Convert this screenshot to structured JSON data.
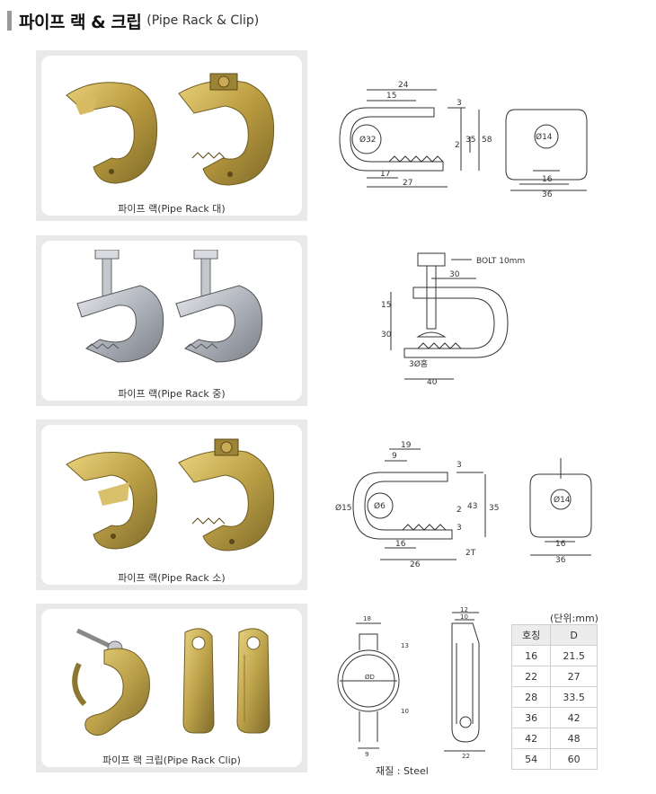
{
  "header": {
    "title_ko": "파이프 랙 & 크립",
    "title_en": "(Pipe Rack & Clip)"
  },
  "panels": [
    {
      "caption": "파이프 랙(Pipe Rack 대)"
    },
    {
      "caption": "파이프 랙(Pipe Rack 중)"
    },
    {
      "caption": "파이프 랙(Pipe Rack 소)"
    },
    {
      "caption": "파이프 랙 크립(Pipe Rack Clip)"
    }
  ],
  "drawing1": {
    "dims": [
      "24",
      "15",
      "3",
      "2",
      "35",
      "58",
      "17",
      "27",
      "Ø32",
      "Ø14",
      "16",
      "36"
    ]
  },
  "drawing2": {
    "bolt": "BOLT 10mm",
    "dims": [
      "30",
      "15",
      "30",
      "3Ø홈",
      "40"
    ]
  },
  "drawing3": {
    "dims": [
      "19",
      "9",
      "3",
      "Ø15",
      "Ø6",
      "2",
      "43",
      "35",
      "3",
      "16",
      "26",
      "2T",
      "Ø14",
      "16",
      "36"
    ]
  },
  "drawing4": {
    "dims": [
      "18",
      "13",
      "ØD",
      "10",
      "9",
      "12",
      "10",
      "22"
    ]
  },
  "spec_table": {
    "unit": "(단위:mm)",
    "headers": [
      "호칭",
      "D"
    ],
    "rows": [
      [
        "16",
        "21.5"
      ],
      [
        "22",
        "27"
      ],
      [
        "28",
        "33.5"
      ],
      [
        "36",
        "42"
      ],
      [
        "42",
        "48"
      ],
      [
        "54",
        "60"
      ]
    ]
  },
  "material": "재질 : Steel",
  "colors": {
    "brass": "#c9a24a",
    "steel": "#b8bcc4",
    "line": "#333333"
  }
}
